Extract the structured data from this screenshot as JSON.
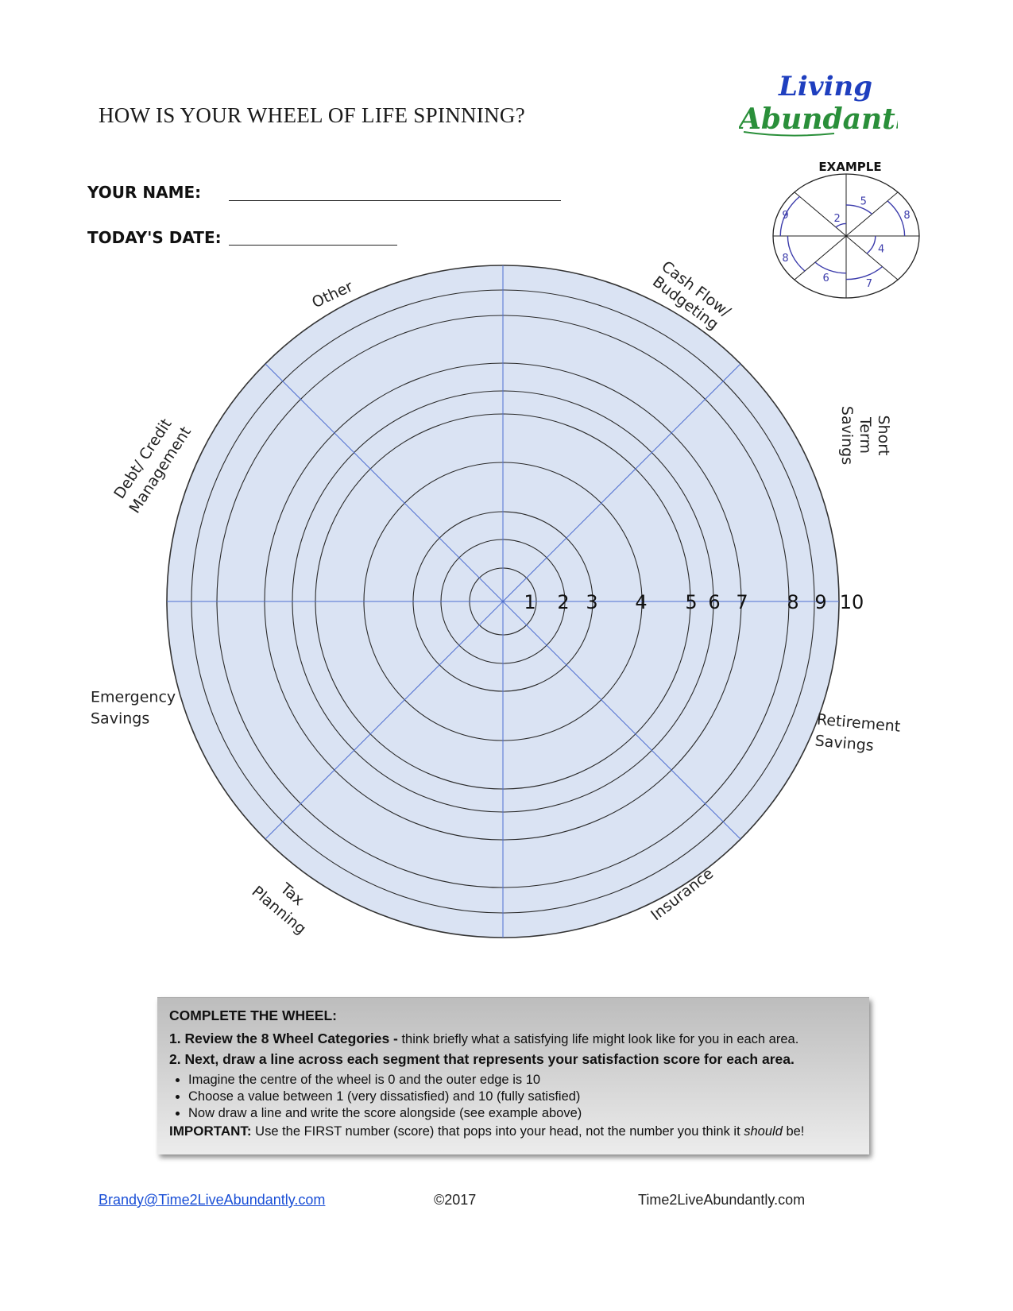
{
  "page": {
    "title": "HOW IS YOUR WHEEL OF LIFE SPINNING?",
    "logo_line1": "Living",
    "logo_line2": "Abundantly"
  },
  "form": {
    "name_label": "YOUR NAME:",
    "date_label": "TODAY'S DATE:"
  },
  "wheel": {
    "scale": [
      "1",
      "2",
      "3",
      "4",
      "5",
      "6",
      "7",
      "8",
      "9",
      "10"
    ],
    "categories": [
      {
        "lines": [
          "Cash Flow/",
          "Budgeting"
        ]
      },
      {
        "lines": [
          "Short",
          "Term",
          "Savings"
        ]
      },
      {
        "lines": [
          "Retirement",
          "Savings"
        ]
      },
      {
        "lines": [
          "Insurance"
        ]
      },
      {
        "lines": [
          "Tax",
          "Planning"
        ]
      },
      {
        "lines": [
          "Emergency",
          "Savings"
        ]
      },
      {
        "lines": [
          "Debt/ Credit",
          "Management"
        ]
      },
      {
        "lines": [
          "Other"
        ]
      }
    ],
    "fill_color": "#dae3f3",
    "spoke_color": "#4f6fd0"
  },
  "example": {
    "title": "EXAMPLE",
    "scores": [
      "5",
      "8",
      "4",
      "7",
      "6",
      "8",
      "9",
      "2"
    ],
    "accent": "#3b3bab"
  },
  "instructions": {
    "heading": "COMPLETE THE WHEEL:",
    "step1_bold": "1. Review the 8 Wheel Categories -",
    "step1_text": " think briefly what a satisfying life might look like for you in each area.",
    "step2_bold": "2. Next, draw a line across each segment that represents your satisfaction score for each area.",
    "bullets": [
      "Imagine the centre of the wheel is 0 and the outer edge is 10",
      "Choose a value between 1 (very dissatisfied) and 10 (fully satisfied)",
      "Now draw a line and write the score alongside (see example above)"
    ],
    "important_bold": "IMPORTANT:",
    "important_text": " Use the FIRST number (score) that pops into your head, not the number you think it ",
    "important_italic": "should",
    "important_end": " be!"
  },
  "footer": {
    "email": "Brandy@Time2LiveAbundantly.com",
    "copyright": "©2017",
    "website": "Time2LiveAbundantly.com"
  }
}
